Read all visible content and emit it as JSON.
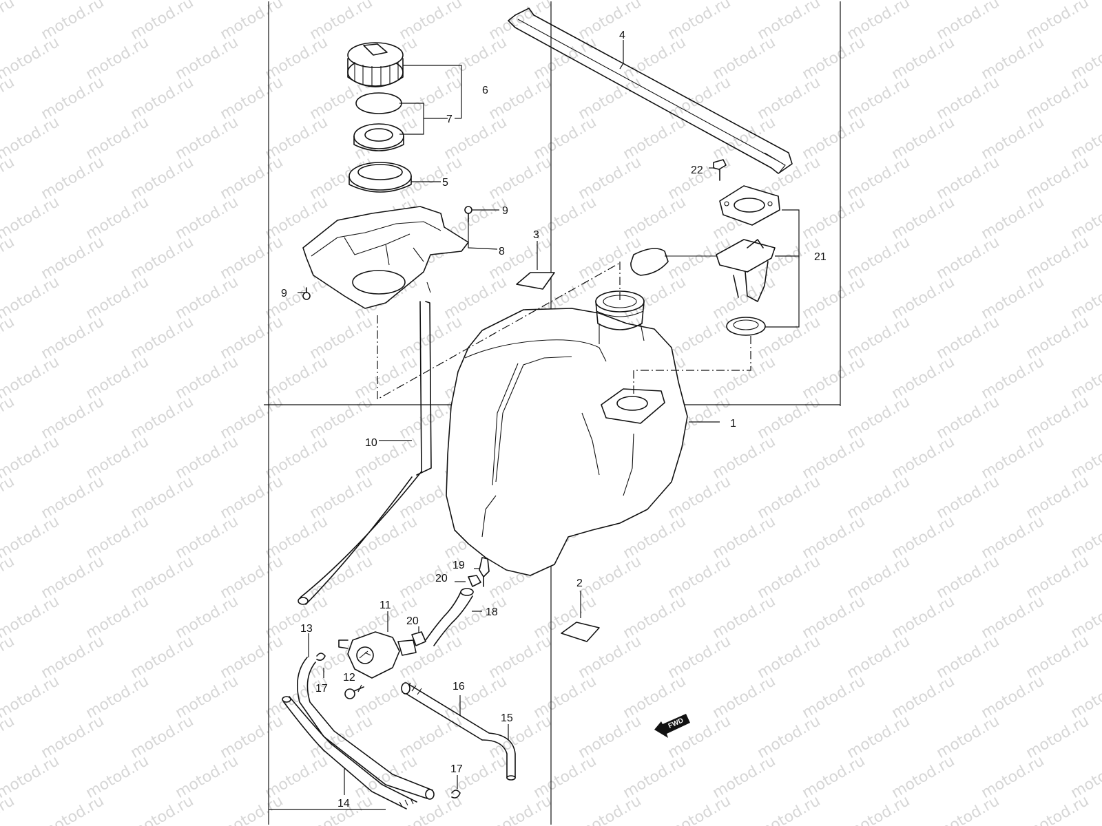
{
  "watermark": {
    "text": "motod.ru"
  },
  "diagram": {
    "callouts": [
      {
        "id": "c1",
        "label": "1"
      },
      {
        "id": "c2",
        "label": "2"
      },
      {
        "id": "c3",
        "label": "3"
      },
      {
        "id": "c4",
        "label": "4"
      },
      {
        "id": "c5",
        "label": "5"
      },
      {
        "id": "c6",
        "label": "6"
      },
      {
        "id": "c7",
        "label": "7"
      },
      {
        "id": "c8",
        "label": "8"
      },
      {
        "id": "c9a",
        "label": "9"
      },
      {
        "id": "c9b",
        "label": "9"
      },
      {
        "id": "c10",
        "label": "10"
      },
      {
        "id": "c11",
        "label": "11"
      },
      {
        "id": "c12",
        "label": "12"
      },
      {
        "id": "c13",
        "label": "13"
      },
      {
        "id": "c14",
        "label": "14"
      },
      {
        "id": "c15",
        "label": "15"
      },
      {
        "id": "c16",
        "label": "16"
      },
      {
        "id": "c17a",
        "label": "17"
      },
      {
        "id": "c17b",
        "label": "17"
      },
      {
        "id": "c18",
        "label": "18"
      },
      {
        "id": "c19",
        "label": "19"
      },
      {
        "id": "c20a",
        "label": "20"
      },
      {
        "id": "c20b",
        "label": "20"
      },
      {
        "id": "c21",
        "label": "21"
      },
      {
        "id": "c22",
        "label": "22"
      }
    ],
    "fwd_arrow": {
      "label": "FWD"
    }
  }
}
